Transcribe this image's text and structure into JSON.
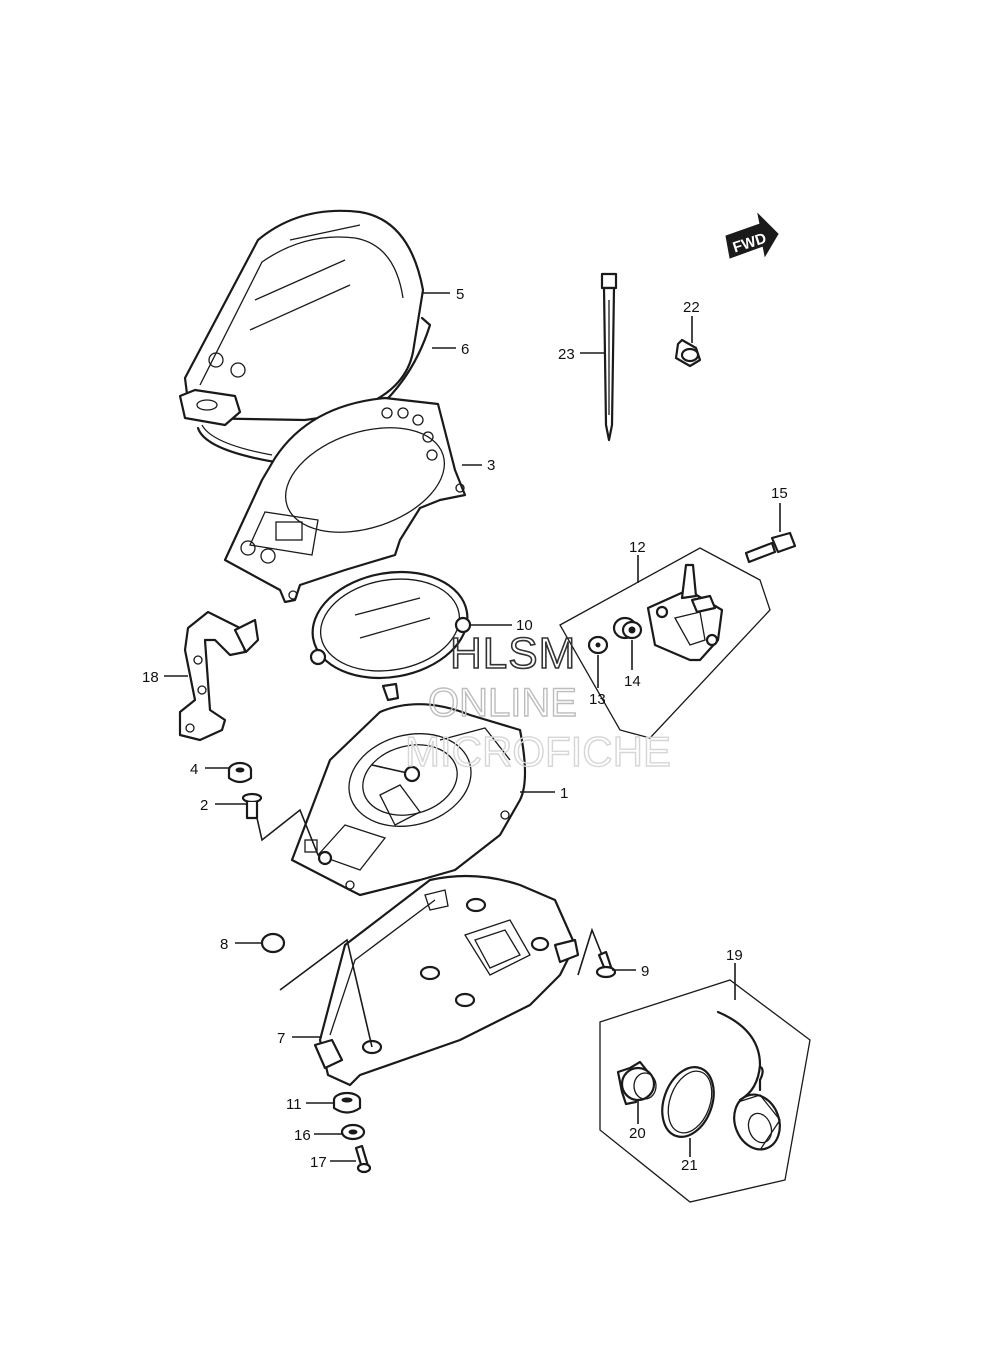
{
  "callouts": [
    {
      "id": "1",
      "text": "1"
    },
    {
      "id": "2",
      "text": "2"
    },
    {
      "id": "3",
      "text": "3"
    },
    {
      "id": "4",
      "text": "4"
    },
    {
      "id": "5",
      "text": "5"
    },
    {
      "id": "6",
      "text": "6"
    },
    {
      "id": "7",
      "text": "7"
    },
    {
      "id": "8",
      "text": "8"
    },
    {
      "id": "9",
      "text": "9"
    },
    {
      "id": "10",
      "text": "10"
    },
    {
      "id": "11",
      "text": "11"
    },
    {
      "id": "12",
      "text": "12"
    },
    {
      "id": "13",
      "text": "13"
    },
    {
      "id": "14",
      "text": "14"
    },
    {
      "id": "15",
      "text": "15"
    },
    {
      "id": "16",
      "text": "16"
    },
    {
      "id": "17",
      "text": "17"
    },
    {
      "id": "18",
      "text": "18"
    },
    {
      "id": "19",
      "text": "19"
    },
    {
      "id": "20",
      "text": "20"
    },
    {
      "id": "21",
      "text": "21"
    },
    {
      "id": "22",
      "text": "22"
    },
    {
      "id": "23",
      "text": "23"
    }
  ],
  "direction_badge": {
    "text": "FWD"
  },
  "watermark": {
    "line1": "HLSM",
    "line2": "ONLINE",
    "line3": "MICROFICHE"
  }
}
